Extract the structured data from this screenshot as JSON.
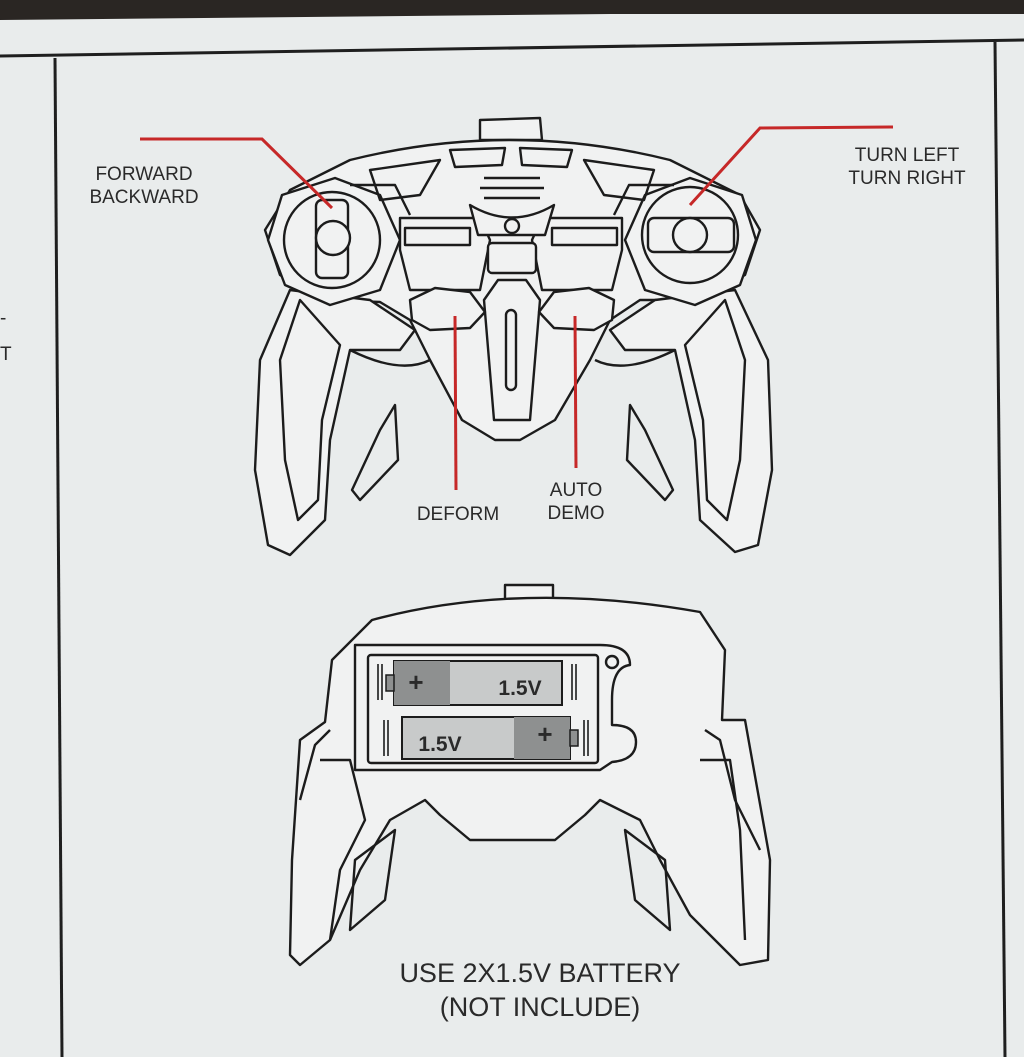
{
  "diagram": {
    "top_controller": {
      "labels": {
        "forward": "FORWARD",
        "backward": "BACKWARD",
        "turn_left": "TURN LEFT",
        "turn_right": "TURN RIGHT",
        "deform": "DEFORM",
        "auto": "AUTO",
        "demo": "DEMO"
      }
    },
    "battery_compartment": {
      "battery_1": {
        "plus": "+",
        "voltage": "1.5V"
      },
      "battery_2": {
        "plus": "+",
        "voltage": "1.5V"
      }
    },
    "caption": {
      "line1": "USE 2X1.5V BATTERY",
      "line2": "(NOT INCLUDE)"
    },
    "left_panel_fragment": {
      "text1": "-",
      "text2": "T"
    },
    "leader_line_color": "#c62828"
  }
}
